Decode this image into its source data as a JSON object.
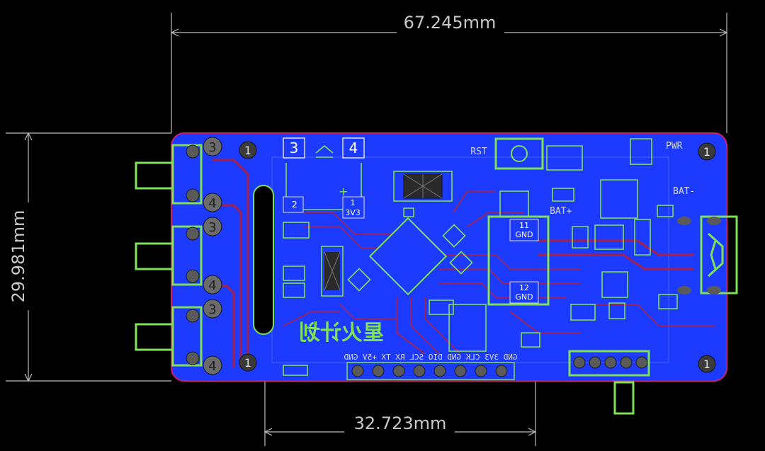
{
  "dimensions": {
    "width": "67.245mm",
    "height": "29.981mm",
    "header": "32.723mm"
  },
  "connectors": [
    {
      "pin_a": "3",
      "pin_b": "4"
    },
    {
      "pin_a": "3",
      "pin_b": "4"
    },
    {
      "pin_a": "3",
      "pin_b": "4"
    }
  ],
  "mount_holes": [
    "1",
    "1",
    "1",
    "1"
  ],
  "labels": {
    "pin3": "3",
    "pin4": "4",
    "reg_out": "1",
    "reg_out_name": "3V3",
    "reg_pin2": "2",
    "rst": "RST",
    "pwr": "PWR",
    "bat_minus": "BAT-",
    "bat_plus": "BAT+",
    "gnd11": "11",
    "gnd11_name": "GND",
    "gnd12": "12",
    "gnd12_name": "GND",
    "logo": "星火计划",
    "header_pins": "GND 3V3 CLK GND DIO SCL RX TX +5V GND"
  },
  "colors": {
    "board": "#1d3bff",
    "silkscreen": "#7fe05a",
    "trace": "#a8204a",
    "outline": "#cc1f6a"
  }
}
